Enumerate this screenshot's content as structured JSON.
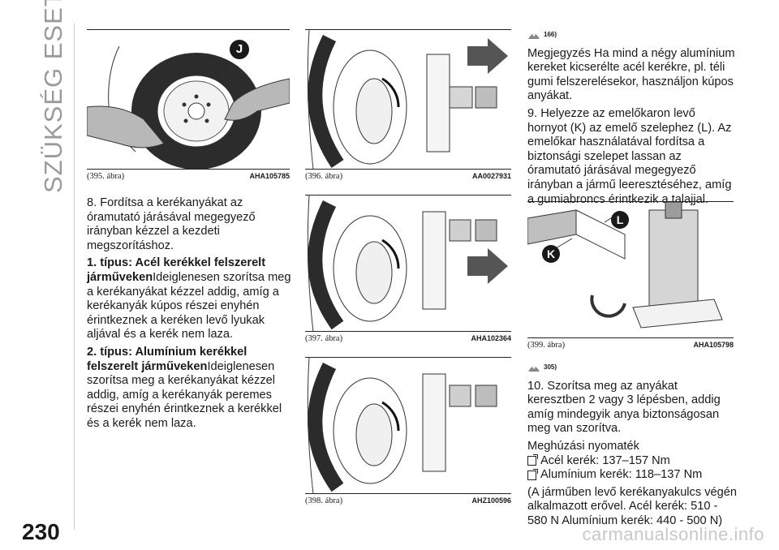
{
  "page": {
    "section_title": "SZÜKSÉG ESETÉN",
    "page_number": "230",
    "watermark": "carmanualsonline.info"
  },
  "figures": [
    {
      "number": "(395. ábra)",
      "code": "AHA105785",
      "labels": [
        "J"
      ]
    },
    {
      "number": "(396. ábra)",
      "code": "AA0027931"
    },
    {
      "number": "(397. ábra)",
      "code": "AHA102364"
    },
    {
      "number": "(398. ábra)",
      "code": "AHZ100596"
    },
    {
      "number": "(399. ábra)",
      "code": "AHA105798",
      "labels": [
        "L",
        "K"
      ]
    }
  ],
  "col1": {
    "step8": "8. Fordítsa a kerékanyákat az óramutató járásával megegyező irányban kézzel a kezdeti megszorításhoz.",
    "type1_heading": "1. típus: Acél kerékkel felszerelt járműveken",
    "type1_text": "Ideiglenesen szorítsa meg a kerékanyákat kézzel addig, amíg a kerékanyák kúpos részei enyhén érintkeznek a keréken levő lyukak aljával és a kerék nem laza.",
    "type2_heading": "2. típus: Alumínium kerékkel felszerelt járműveken",
    "type2_text": "Ideiglenesen szorítsa meg a kerékanyákat kézzel addig, amíg a kerékanyák peremes részei enyhén érintkeznek a kerékkel és a kerék nem laza."
  },
  "col3": {
    "warn1": "166)",
    "note": "Megjegyzés  Ha mind a négy alumínium kereket kicserélte acél kerékre, pl. téli gumi felszerelésekor, használjon kúpos anyákat.",
    "step9": "9. Helyezze az emelőkaron levő hornyot (K) az emelő szelephez (L). Az emelőkar használatával fordítsa a biztonsági szelepet lassan az óramutató járásával megegyező irányban a jármű leeresztéséhez, amíg a gumiabroncs érintkezik a talajjal.",
    "warn2": "305)",
    "step10": "10. Szorítsa meg az anyákat keresztben 2 vagy 3 lépésben, addig amíg mindegyik anya biztonságosan meg van szorítva.",
    "torque_label": "Meghúzási nyomaték",
    "torque_items": [
      "Acél kerék: 137–157 Nm",
      "Alumínium kerék: 118–137 Nm"
    ],
    "closing": "(A járműben levő kerékanyakulcs végén alkalmazott erővel. Acél kerék: 510 - 580 N Alumínium kerék: 440 - 500 N)"
  }
}
